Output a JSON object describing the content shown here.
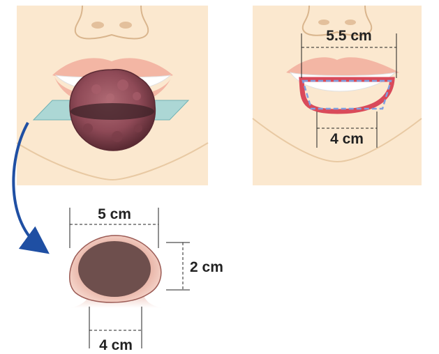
{
  "panel_left": {
    "description_icons": [
      "nose-icon",
      "lips-icon",
      "tumor-icon",
      "section-plane-icon"
    ]
  },
  "panel_right": {
    "width_label": "5.5 cm",
    "depth_label": "4 cm",
    "description_icons": [
      "nose-icon",
      "lips-icon",
      "resection-outline-icon"
    ]
  },
  "specimen": {
    "width_label": "5 cm",
    "height_label": "2 cm",
    "base_label": "4 cm"
  },
  "colors": {
    "skin": "#fbe8cf",
    "skin_shadow": "#f2cfa7",
    "outline": "#d9b58d",
    "lip": "#f3b6a4",
    "tumor": "#8f4a57",
    "plane": "#9ed4d6",
    "resection_red": "#d94a5a",
    "dashed_blue": "#7f9fe0",
    "arrow_blue": "#1f4fa3",
    "specimen_core": "#6e4f4d",
    "specimen_rim": "#e9b6a9"
  }
}
